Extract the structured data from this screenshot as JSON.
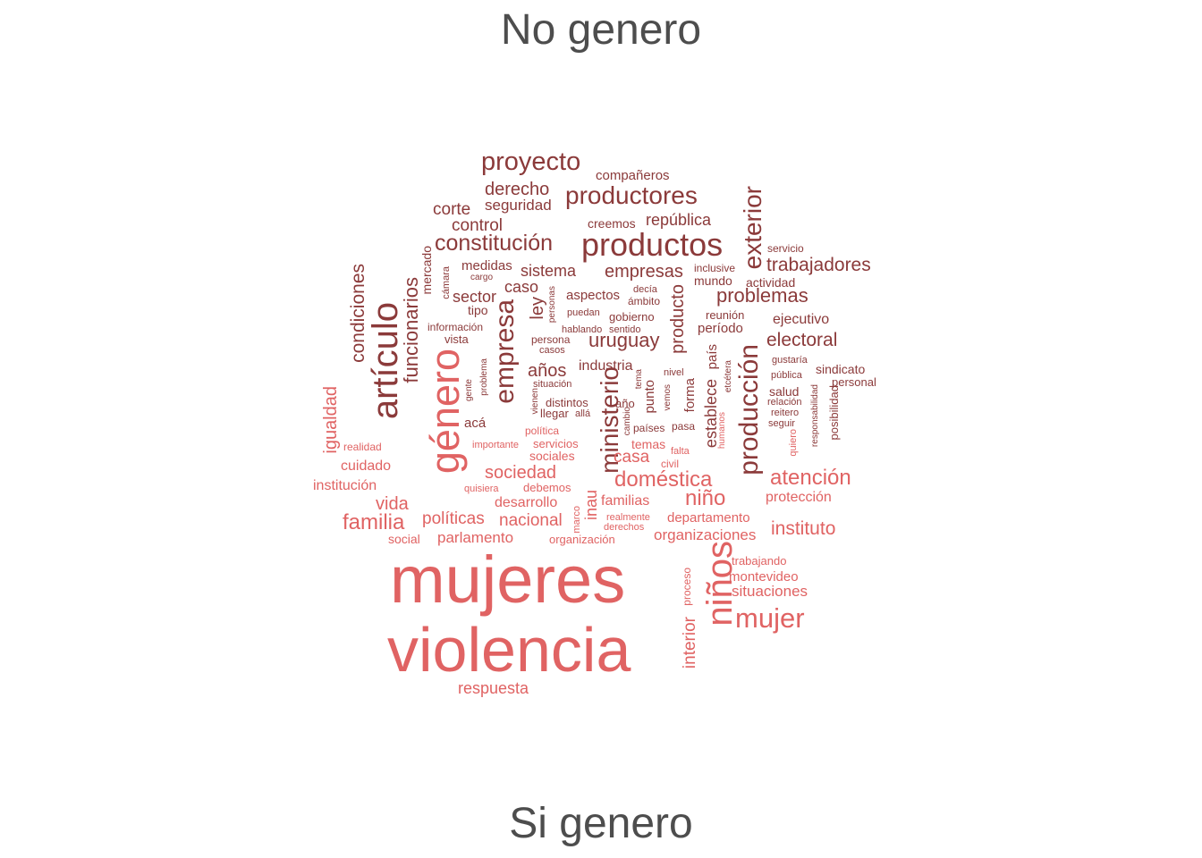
{
  "chart_data": {
    "type": "wordcloud",
    "title_top": "No genero",
    "title_bottom": "Si genero",
    "colors": {
      "no_genero": "#8b3a3a",
      "si_genero": "#e06363",
      "title": "#4d4d4d"
    },
    "words": [
      {
        "text": "proyecto",
        "group": "no_genero",
        "weight": 3
      },
      {
        "text": "compañeros",
        "group": "no_genero",
        "weight": 1
      },
      {
        "text": "derecho",
        "group": "no_genero",
        "weight": 2
      },
      {
        "text": "productores",
        "group": "no_genero",
        "weight": 3
      },
      {
        "text": "seguridad",
        "group": "no_genero",
        "weight": 2
      },
      {
        "text": "corte",
        "group": "no_genero",
        "weight": 2
      },
      {
        "text": "control",
        "group": "no_genero",
        "weight": 2
      },
      {
        "text": "creemos",
        "group": "no_genero",
        "weight": 1
      },
      {
        "text": "república",
        "group": "no_genero",
        "weight": 2
      },
      {
        "text": "exterior",
        "group": "no_genero",
        "weight": 3
      },
      {
        "text": "constitución",
        "group": "no_genero",
        "weight": 3
      },
      {
        "text": "productos",
        "group": "no_genero",
        "weight": 4
      },
      {
        "text": "servicio",
        "group": "no_genero",
        "weight": 1
      },
      {
        "text": "mercado",
        "group": "no_genero",
        "weight": 1
      },
      {
        "text": "medidas",
        "group": "no_genero",
        "weight": 1
      },
      {
        "text": "sistema",
        "group": "no_genero",
        "weight": 2
      },
      {
        "text": "empresas",
        "group": "no_genero",
        "weight": 2
      },
      {
        "text": "inclusive",
        "group": "no_genero",
        "weight": 1
      },
      {
        "text": "trabajadores",
        "group": "no_genero",
        "weight": 2
      },
      {
        "text": "condiciones",
        "group": "no_genero",
        "weight": 2
      },
      {
        "text": "cámara",
        "group": "no_genero",
        "weight": 1
      },
      {
        "text": "cargo",
        "group": "no_genero",
        "weight": 1
      },
      {
        "text": "mundo",
        "group": "no_genero",
        "weight": 1
      },
      {
        "text": "actividad",
        "group": "no_genero",
        "weight": 1
      },
      {
        "text": "funcionarios",
        "group": "no_genero",
        "weight": 2
      },
      {
        "text": "sector",
        "group": "no_genero",
        "weight": 2
      },
      {
        "text": "caso",
        "group": "no_genero",
        "weight": 2
      },
      {
        "text": "aspectos",
        "group": "no_genero",
        "weight": 1
      },
      {
        "text": "decía",
        "group": "no_genero",
        "weight": 1
      },
      {
        "text": "ámbito",
        "group": "no_genero",
        "weight": 1
      },
      {
        "text": "problemas",
        "group": "no_genero",
        "weight": 2
      },
      {
        "text": "artículo",
        "group": "no_genero",
        "weight": 4
      },
      {
        "text": "ley",
        "group": "no_genero",
        "weight": 2
      },
      {
        "text": "tipo",
        "group": "no_genero",
        "weight": 1
      },
      {
        "text": "personas",
        "group": "no_genero",
        "weight": 1
      },
      {
        "text": "puedan",
        "group": "no_genero",
        "weight": 1
      },
      {
        "text": "gobierno",
        "group": "no_genero",
        "weight": 1
      },
      {
        "text": "producto",
        "group": "no_genero",
        "weight": 2
      },
      {
        "text": "reunión",
        "group": "no_genero",
        "weight": 1
      },
      {
        "text": "ejecutivo",
        "group": "no_genero",
        "weight": 1
      },
      {
        "text": "información",
        "group": "no_genero",
        "weight": 1
      },
      {
        "text": "hablando",
        "group": "no_genero",
        "weight": 1
      },
      {
        "text": "sentido",
        "group": "no_genero",
        "weight": 1
      },
      {
        "text": "período",
        "group": "no_genero",
        "weight": 1
      },
      {
        "text": "vista",
        "group": "no_genero",
        "weight": 1
      },
      {
        "text": "persona",
        "group": "no_genero",
        "weight": 1
      },
      {
        "text": "uruguay",
        "group": "no_genero",
        "weight": 2
      },
      {
        "text": "electoral",
        "group": "no_genero",
        "weight": 2
      },
      {
        "text": "empresa",
        "group": "no_genero",
        "weight": 3
      },
      {
        "text": "casos",
        "group": "no_genero",
        "weight": 1
      },
      {
        "text": "industria",
        "group": "no_genero",
        "weight": 2
      },
      {
        "text": "producción",
        "group": "no_genero",
        "weight": 3
      },
      {
        "text": "gustaría",
        "group": "no_genero",
        "weight": 1
      },
      {
        "text": "sindicato",
        "group": "no_genero",
        "weight": 1
      },
      {
        "text": "años",
        "group": "no_genero",
        "weight": 2
      },
      {
        "text": "nivel",
        "group": "no_genero",
        "weight": 1
      },
      {
        "text": "país",
        "group": "no_genero",
        "weight": 2
      },
      {
        "text": "pública",
        "group": "no_genero",
        "weight": 1
      },
      {
        "text": "personal",
        "group": "no_genero",
        "weight": 1
      },
      {
        "text": "problema",
        "group": "no_genero",
        "weight": 1
      },
      {
        "text": "situación",
        "group": "no_genero",
        "weight": 1
      },
      {
        "text": "tema",
        "group": "no_genero",
        "weight": 1
      },
      {
        "text": "etcétera",
        "group": "no_genero",
        "weight": 1
      },
      {
        "text": "salud",
        "group": "no_genero",
        "weight": 1
      },
      {
        "text": "gente",
        "group": "no_genero",
        "weight": 1
      },
      {
        "text": "punto",
        "group": "no_genero",
        "weight": 1
      },
      {
        "text": "forma",
        "group": "no_genero",
        "weight": 1
      },
      {
        "text": "establece",
        "group": "no_genero",
        "weight": 2
      },
      {
        "text": "relación",
        "group": "no_genero",
        "weight": 1
      },
      {
        "text": "distintos",
        "group": "no_genero",
        "weight": 1
      },
      {
        "text": "año",
        "group": "no_genero",
        "weight": 1
      },
      {
        "text": "vemos",
        "group": "no_genero",
        "weight": 1
      },
      {
        "text": "reitero",
        "group": "no_genero",
        "weight": 1
      },
      {
        "text": "vienen",
        "group": "no_genero",
        "weight": 1
      },
      {
        "text": "llegar",
        "group": "no_genero",
        "weight": 1
      },
      {
        "text": "allá",
        "group": "no_genero",
        "weight": 1
      },
      {
        "text": "ministerio",
        "group": "no_genero",
        "weight": 3
      },
      {
        "text": "cambio",
        "group": "no_genero",
        "weight": 1
      },
      {
        "text": "seguir",
        "group": "no_genero",
        "weight": 1
      },
      {
        "text": "responsabilidad",
        "group": "no_genero",
        "weight": 1
      },
      {
        "text": "posibilidad",
        "group": "no_genero",
        "weight": 1
      },
      {
        "text": "acá",
        "group": "no_genero",
        "weight": 2
      },
      {
        "text": "países",
        "group": "no_genero",
        "weight": 1
      },
      {
        "text": "pasa",
        "group": "no_genero",
        "weight": 1
      },
      {
        "text": "humanos",
        "group": "si_genero",
        "weight": 1
      },
      {
        "text": "quiero",
        "group": "si_genero",
        "weight": 1
      },
      {
        "text": "igualdad",
        "group": "si_genero",
        "weight": 2
      },
      {
        "text": "política",
        "group": "si_genero",
        "weight": 1
      },
      {
        "text": "realidad",
        "group": "si_genero",
        "weight": 1
      },
      {
        "text": "importante",
        "group": "si_genero",
        "weight": 1
      },
      {
        "text": "servicios",
        "group": "si_genero",
        "weight": 1
      },
      {
        "text": "temas",
        "group": "si_genero",
        "weight": 1
      },
      {
        "text": "falta",
        "group": "si_genero",
        "weight": 1
      },
      {
        "text": "sociales",
        "group": "si_genero",
        "weight": 1
      },
      {
        "text": "casa",
        "group": "si_genero",
        "weight": 2
      },
      {
        "text": "civil",
        "group": "si_genero",
        "weight": 1
      },
      {
        "text": "cuidado",
        "group": "si_genero",
        "weight": 2
      },
      {
        "text": "género",
        "group": "si_genero",
        "weight": 4
      },
      {
        "text": "sociedad",
        "group": "si_genero",
        "weight": 2
      },
      {
        "text": "doméstica",
        "group": "si_genero",
        "weight": 3
      },
      {
        "text": "atención",
        "group": "si_genero",
        "weight": 3
      },
      {
        "text": "institución",
        "group": "si_genero",
        "weight": 2
      },
      {
        "text": "quisiera",
        "group": "si_genero",
        "weight": 1
      },
      {
        "text": "debemos",
        "group": "si_genero",
        "weight": 1
      },
      {
        "text": "inau",
        "group": "si_genero",
        "weight": 2
      },
      {
        "text": "vida",
        "group": "si_genero",
        "weight": 2
      },
      {
        "text": "desarrollo",
        "group": "si_genero",
        "weight": 2
      },
      {
        "text": "familias",
        "group": "si_genero",
        "weight": 2
      },
      {
        "text": "niño",
        "group": "si_genero",
        "weight": 3
      },
      {
        "text": "protección",
        "group": "si_genero",
        "weight": 2
      },
      {
        "text": "marco",
        "group": "si_genero",
        "weight": 1
      },
      {
        "text": "familia",
        "group": "si_genero",
        "weight": 3
      },
      {
        "text": "políticas",
        "group": "si_genero",
        "weight": 2
      },
      {
        "text": "nacional",
        "group": "si_genero",
        "weight": 2
      },
      {
        "text": "realmente",
        "group": "si_genero",
        "weight": 1
      },
      {
        "text": "departamento",
        "group": "si_genero",
        "weight": 2
      },
      {
        "text": "instituto",
        "group": "si_genero",
        "weight": 2
      },
      {
        "text": "derechos",
        "group": "si_genero",
        "weight": 1
      },
      {
        "text": "social",
        "group": "si_genero",
        "weight": 1
      },
      {
        "text": "parlamento",
        "group": "si_genero",
        "weight": 2
      },
      {
        "text": "organización",
        "group": "si_genero",
        "weight": 1
      },
      {
        "text": "organizaciones",
        "group": "si_genero",
        "weight": 2
      },
      {
        "text": "trabajando",
        "group": "si_genero",
        "weight": 1
      },
      {
        "text": "proceso",
        "group": "si_genero",
        "weight": 1
      },
      {
        "text": "mujeres",
        "group": "si_genero",
        "weight": 5
      },
      {
        "text": "niños",
        "group": "si_genero",
        "weight": 4
      },
      {
        "text": "montevideo",
        "group": "si_genero",
        "weight": 1
      },
      {
        "text": "situaciones",
        "group": "si_genero",
        "weight": 2
      },
      {
        "text": "mujer",
        "group": "si_genero",
        "weight": 3
      },
      {
        "text": "violencia",
        "group": "si_genero",
        "weight": 5
      },
      {
        "text": "interior",
        "group": "si_genero",
        "weight": 2
      },
      {
        "text": "respuesta",
        "group": "si_genero",
        "weight": 2
      }
    ]
  }
}
